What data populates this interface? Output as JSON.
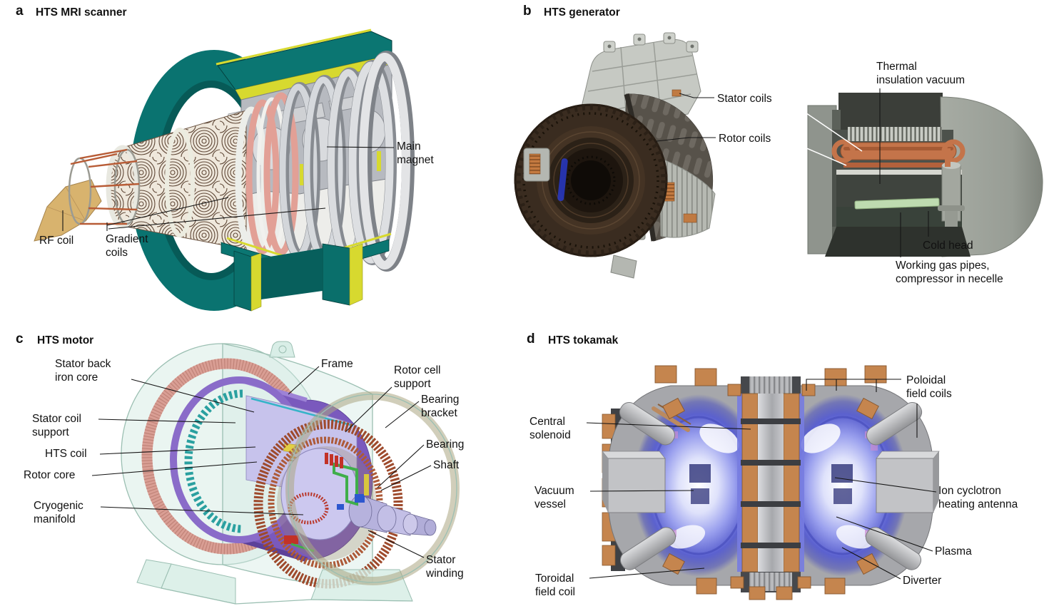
{
  "figure": {
    "description": "Four-panel scientific figure of high-temperature superconductor (HTS) applications",
    "colors": {
      "background": "#ffffff",
      "text": "#111111",
      "leader_black": "#151515",
      "leader_white": "#ffffff",
      "mri_teal": "#0b7672",
      "mri_yellow": "#d7d92f",
      "mri_ring_grey": "#c6cad0",
      "mri_coil_pink": "#e2a096",
      "generator_brown": "#3a2c20",
      "copper_orange": "#c4744a",
      "cold_head_green": "#bedbb0",
      "motor_mint_shell": "#d5ece4",
      "motor_purple": "#7a59bd",
      "motor_winding_copper": "#9e4a2c",
      "motor_slot_teal": "#2aa0a0",
      "tokamak_copper": "#c5854e",
      "plasma_blue": "#5b61cf"
    }
  },
  "panels": {
    "a": {
      "letter": "a",
      "title": "HTS MRI scanner",
      "labels": {
        "main_magnet": "Main\nmagnet",
        "rf_coil": "RF coil",
        "gradient_coils": "Gradient\ncoils"
      }
    },
    "b": {
      "letter": "b",
      "title": "HTS generator",
      "labels": {
        "stator_coils": "Stator coils",
        "rotor_coils": "Rotor coils",
        "thermal_insulation": "Thermal\ninsulation vacuum",
        "cold_head": "Cold head",
        "working_gas": "Working gas pipes,\ncompressor in necelle"
      }
    },
    "c": {
      "letter": "c",
      "title": "HTS motor",
      "labels": {
        "stator_back_iron": "Stator back\niron core",
        "stator_coil_support": "Stator coil\nsupport",
        "hts_coil": "HTS coil",
        "rotor_core": "Rotor core",
        "cryogenic_manifold": "Cryogenic\nmanifold",
        "frame": "Frame",
        "rotor_cell_support": "Rotor cell\nsupport",
        "bearing_bracket": "Bearing\nbracket",
        "bearing": "Bearing",
        "shaft": "Shaft",
        "stator_winding": "Stator\nwinding"
      }
    },
    "d": {
      "letter": "d",
      "title": "HTS tokamak",
      "labels": {
        "central_solenoid": "Central\nsolenoid",
        "vacuum_vessel": "Vacuum\nvessel",
        "toroidal_field_coil": "Toroidal\nfield coil",
        "poloidal_field_coils": "Poloidal\nfield coils",
        "ion_cyclotron": "Ion cyclotron\nheating antenna",
        "plasma": "Plasma",
        "diverter": "Diverter"
      }
    }
  }
}
